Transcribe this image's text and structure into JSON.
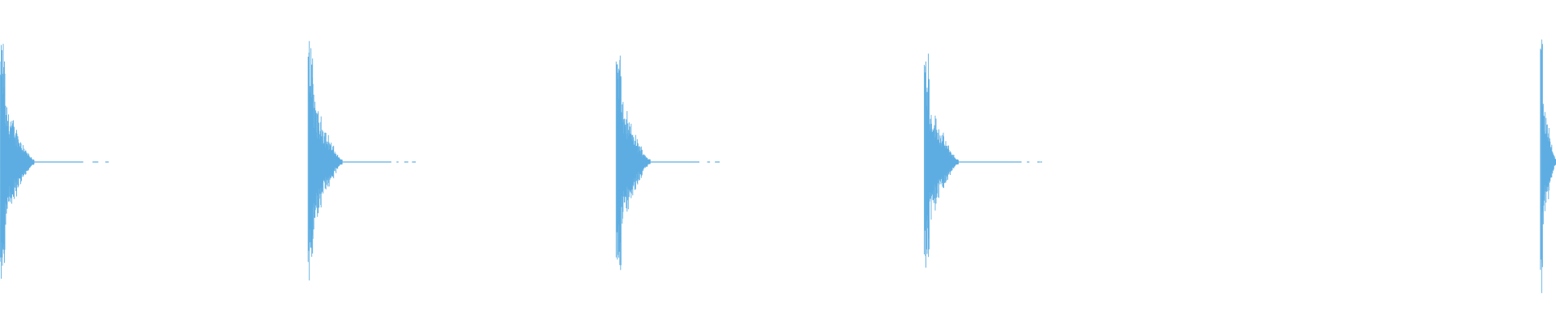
{
  "waveform": {
    "color": "#5dade2",
    "background": "#ffffff",
    "duration_seconds": 10.0,
    "amplitude_range": [
      -1,
      1
    ],
    "transients": [
      {
        "time": 0.0,
        "peak": 0.62,
        "decay": 0.55,
        "tail_level": 0.012,
        "tail_duration": 0.7,
        "truncated": false
      },
      {
        "time": 1.98,
        "peak": 0.65,
        "decay": 0.5,
        "tail_level": 0.012,
        "tail_duration": 0.7,
        "truncated": false
      },
      {
        "time": 3.96,
        "peak": 0.62,
        "decay": 0.55,
        "tail_level": 0.012,
        "tail_duration": 0.7,
        "truncated": false
      },
      {
        "time": 5.94,
        "peak": 0.6,
        "decay": 0.52,
        "tail_level": 0.012,
        "tail_duration": 0.9,
        "truncated": false
      },
      {
        "time": 9.9,
        "peak": 0.7,
        "decay": 0.55,
        "tail_level": 0.012,
        "tail_duration": 0.1,
        "truncated": true
      }
    ]
  }
}
